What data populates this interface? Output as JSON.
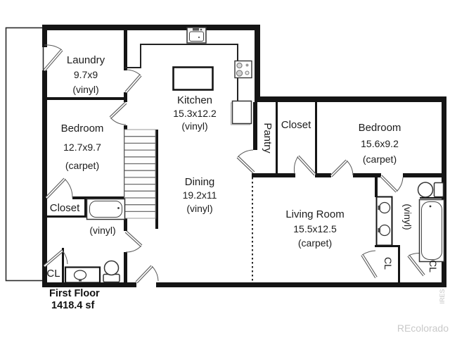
{
  "plan": {
    "rooms": {
      "laundry": {
        "name": "Laundry",
        "dims": "9.7x9",
        "floor": "(vinyl)"
      },
      "bedroom_left": {
        "name": "Bedroom",
        "dims": "12.7x9.7",
        "floor": "(carpet)"
      },
      "kitchen": {
        "name": "Kitchen",
        "dims": "15.3x12.2",
        "floor": "(vinyl)"
      },
      "dining": {
        "name": "Dining",
        "dims": "19.2x11",
        "floor": "(vinyl)"
      },
      "pantry": {
        "name": "Pantry"
      },
      "closet_hall": {
        "name": "Closet"
      },
      "bedroom_right": {
        "name": "Bedroom",
        "dims": "15.6x9.2",
        "floor": "(carpet)"
      },
      "living_room": {
        "name": "Living Room",
        "dims": "15.5x12.5",
        "floor": "(carpet)"
      },
      "bedroom_closet": {
        "name": "Closet"
      },
      "bath_left": {
        "floor": "(vinyl)"
      },
      "bath_left_cl": {
        "name": "CL"
      },
      "bath_right": {
        "floor": "(vinyl)"
      },
      "bath_right_cl1": {
        "name": "CL"
      },
      "bath_right_cl2": {
        "name": "CL"
      }
    },
    "summary": {
      "floor_label": "First Floor",
      "area_label": "1418.4 sf"
    },
    "watermarks": {
      "brand": "REcolorado",
      "source": "IRES"
    },
    "fixtures": [
      "stairs",
      "kitchen-sink",
      "kitchen-island",
      "stove",
      "refrigerator",
      "bathtub",
      "toilet",
      "vanity-sink",
      "double-vanity-sink",
      "deck-outline"
    ],
    "colors": {
      "wall": "#151515",
      "fixture_line": "#333333",
      "door": "#5a5a5a",
      "watermark": "#c9c9c9",
      "background": "#ffffff"
    }
  }
}
